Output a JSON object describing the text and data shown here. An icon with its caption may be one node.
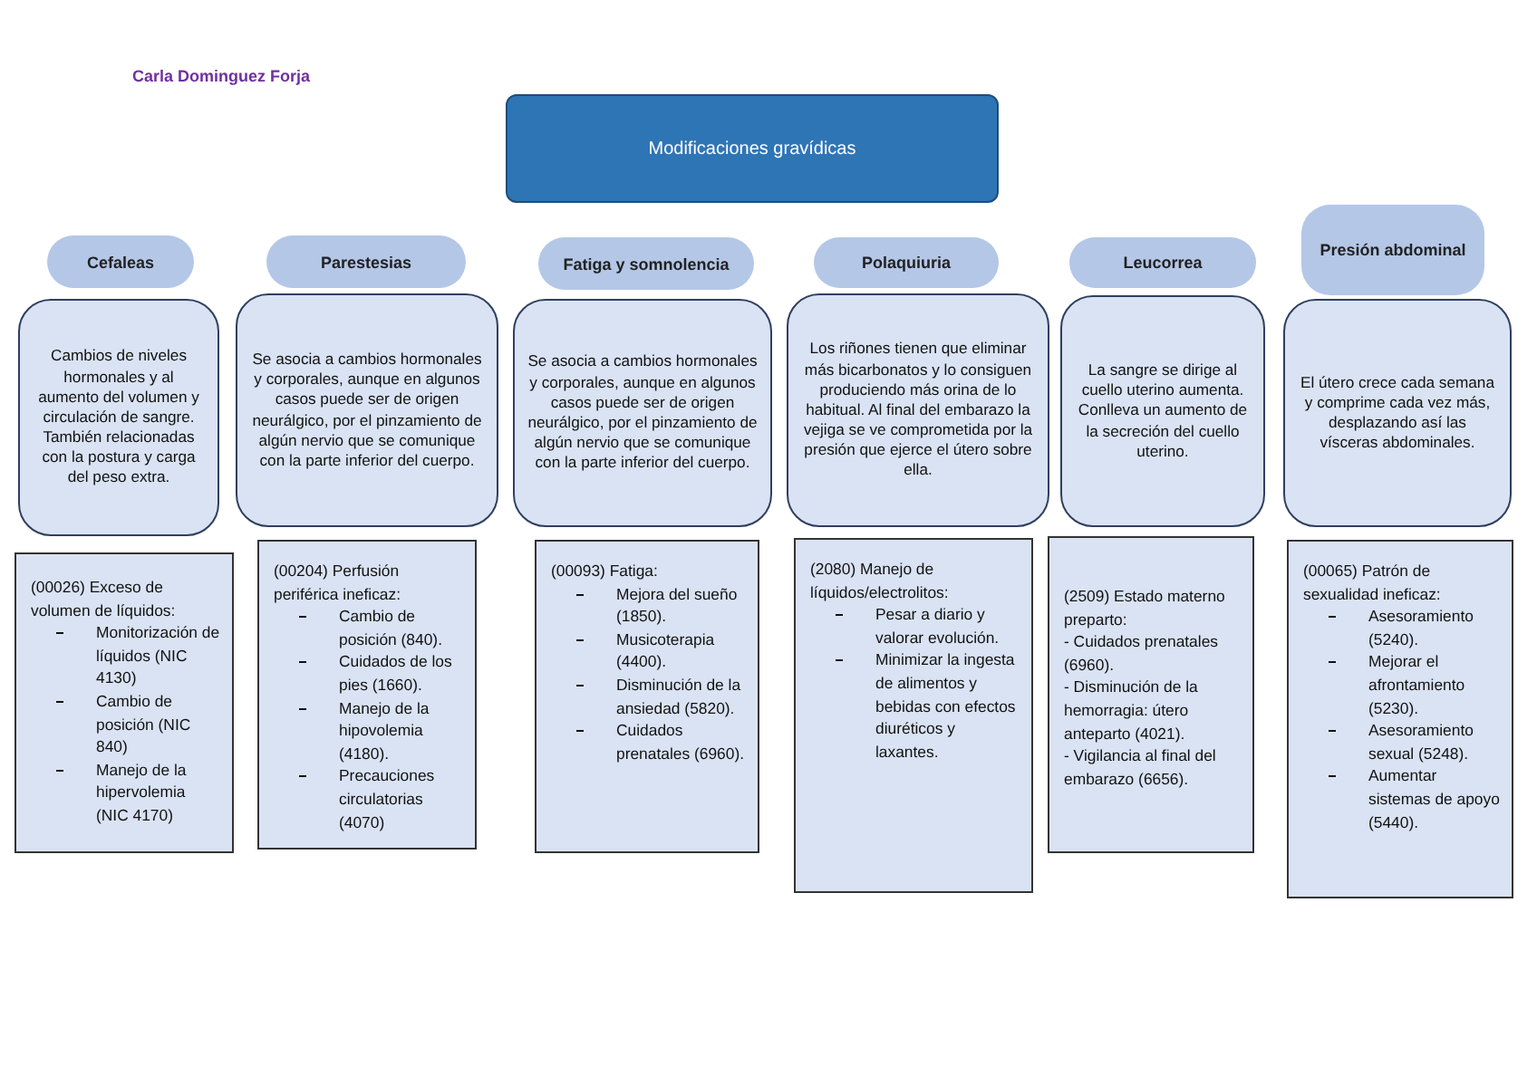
{
  "diagram": {
    "nodes": [
      {
        "text": [
          "Modificaciones gravídicas"
        ]
      },
      {
        "text": [
          "Cefaleas"
        ]
      },
      {
        "text": [
          "Cambios de niveles hormonales y al aumento del volumen y circulación de sangre. También relacionadas con la postura y carga del peso extra."
        ]
      },
      {
        "text": [
          "(00026) Exceso de volumen de líquidos:",
          "Monitorización de líquidos (NIC 4130)",
          "Cambio de posición (NIC 840)",
          "Manejo de la hipervolemia (NIC 4170)"
        ]
      },
      {
        "text": [
          "Parestesias"
        ]
      },
      {
        "text": [
          "Se asocia a cambios hormonales y corporales, aunque en algunos casos puede ser de origen neurálgico, por el pinzamiento de algún nervio que se comunique con la parte inferior del cuerpo."
        ]
      },
      {
        "text": [
          "(00204) Perfusión periférica ineficaz:",
          "Cambio de posición (840).",
          "Cuidados de los pies (1660).",
          "Manejo de la hipovolemia (4180).",
          "Precauciones circulatorias (4070)"
        ]
      },
      {
        "text": [
          "Fatiga y somnolencia"
        ]
      },
      {
        "text": [
          "Se asocia a cambios hormonales y corporales, aunque en algunos casos puede ser de origen neurálgico, por el pinzamiento de algún nervio que se comunique con la parte inferior del cuerpo."
        ]
      },
      {
        "text": [
          "(00093) Fatiga:",
          "Mejora del sueño (1850).",
          "Musicoterapia (4400).",
          "Disminución de la ansiedad (5820).",
          "Cuidados prenatales (6960)."
        ]
      },
      {
        "text": [
          "Polaquiuria"
        ]
      },
      {
        "text": [
          "Los riñones tienen que eliminar más bicarbonatos y lo consiguen produciendo más orina de lo habitual. Al final del embarazo la vejiga se ve comprometida por la presión que ejerce el útero sobre ella."
        ]
      },
      {
        "text": [
          "(2080) Manejo de líquidos/electrolitos:",
          "Pesar a diario y valorar evolución.",
          "Minimizar la ingesta de alimentos y bebidas con efectos diuréticos y laxantes."
        ]
      },
      {
        "text": [
          "Leucorrea"
        ]
      },
      {
        "text": [
          "La sangre se dirige al cuello uterino aumenta. Conlleva un aumento de la secreción del cuello uterino."
        ]
      },
      {
        "text": [
          "(2509) Estado materno preparto:",
          "- Cuidados prenatales (6960).",
          "- Disminución de la hemorragia: útero anteparto (4021).",
          "- Vigilancia al final del embarazo (6656)."
        ]
      },
      {
        "text": [
          "Presión abdominal"
        ]
      },
      {
        "text": [
          "El útero crece cada semana y comprime cada vez más, desplazando así las vísceras abdominales."
        ]
      },
      {
        "text": [
          "(00065) Patrón de sexualidad ineficaz:",
          "Asesoramiento (5240).",
          "Mejorar el afrontamiento (5230).",
          "Asesoramiento sexual (5248).",
          "Aumentar sistemas de apoyo (5440)."
        ]
      }
    ],
    "labels": [
      "Carla Dominguez Forja"
    ]
  }
}
